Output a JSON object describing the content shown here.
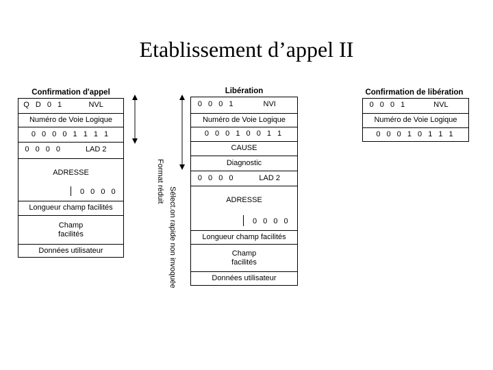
{
  "title": "Etablissement d’appel II",
  "packets": {
    "confirmation_appel": {
      "title": "Confirmation d'appel",
      "qd": "Q D 0 1",
      "nvl": "NVL",
      "numero": "Numéro de Voie Logique",
      "type_bits": "0 0 0 0 1 1 1 1",
      "zeros": "0 0 0 0",
      "lad": "LAD 2",
      "adresse": "ADRESSE",
      "addr_zeros": "0 0 0 0",
      "longueur": "Longueur champ facilités",
      "champ": "Champ facilités",
      "donnees": "Données utilisateur"
    },
    "liberation": {
      "title": "Libération",
      "gfi": "0 0 0 1",
      "nvl": "NVI",
      "numero": "Numéro de Voie Logique",
      "type_bits": "0 0 0 1 0 0 1 1",
      "cause": "CAUSE",
      "diagnostic": "Diagnostic",
      "zeros": "0 0 0 0",
      "lad": "LAD 2",
      "adresse": "ADRESSE",
      "addr_zeros": "0 0 0 0",
      "longueur": "Longueur champ facilités",
      "champ": "Champ facilités",
      "donnees": "Données utilisateur"
    },
    "confirmation_liberation": {
      "title": "Confirmation de libération",
      "gfi": "0 0 0 1",
      "nvl": "NVL",
      "numero": "Numéro de Voie Logique",
      "type_bits": "0 0 0 1 0 1 1 1"
    }
  },
  "labels": {
    "format_reduit": "Format réduit",
    "selection_rapide": "Sélect.on rapide non invoquée"
  }
}
